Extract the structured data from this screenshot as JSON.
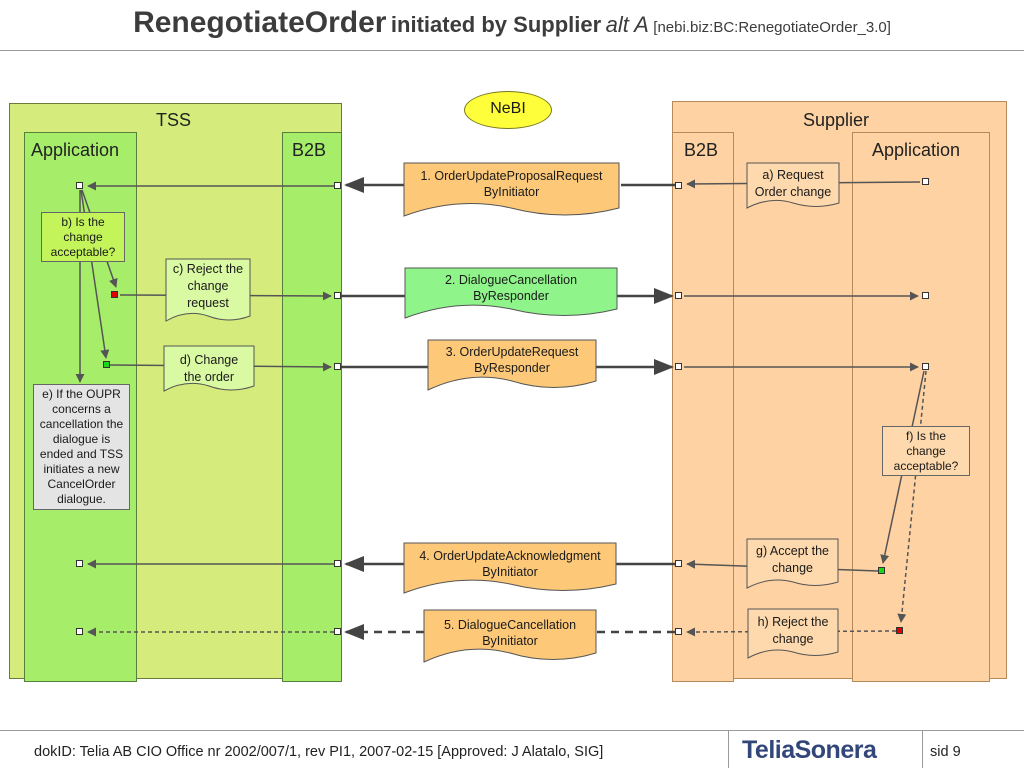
{
  "title": {
    "main": "RenegotiateOrder",
    "sub": "initiated by Supplier",
    "alt": "alt A",
    "ref": "[nebi.biz:BC:RenegotiateOrder_3.0]"
  },
  "lanes": {
    "tss": "TSS",
    "tss_application": "Application",
    "tss_b2b": "B2B",
    "supplier": "Supplier",
    "supplier_b2b": "B2B",
    "supplier_application": "Application"
  },
  "nebi_label": "NeBI",
  "messages": [
    {
      "line1": "1. OrderUpdateProposalRequest",
      "line2": "ByInitiator"
    },
    {
      "line1": "2. DialogueCancellation",
      "line2": "ByResponder"
    },
    {
      "line1": "3. OrderUpdateRequest",
      "line2": "ByResponder"
    },
    {
      "line1": "4. OrderUpdateAcknowledgment",
      "line2": "ByInitiator"
    },
    {
      "line1": "5. DialogueCancellation",
      "line2": "ByInitiator"
    }
  ],
  "notes": {
    "a": {
      "line1": "a) Request",
      "line2": "Order change"
    },
    "b": {
      "line1": "b) Is the",
      "line2": "change",
      "line3": "acceptable?"
    },
    "c": {
      "line1": "c) Reject the",
      "line2": "change",
      "line3": "request"
    },
    "d": {
      "line1": "d) Change",
      "line2": "the order"
    },
    "e": {
      "line1": "e) If the OUPR",
      "line2": "concerns a",
      "line3": "cancellation the",
      "line4": "dialogue is",
      "line5": "ended and TSS",
      "line6": "initiates a new",
      "line7": "CancelOrder",
      "line8": "dialogue."
    },
    "f": {
      "line1": "f) Is the",
      "line2": "change",
      "line3": "acceptable?"
    },
    "g": {
      "line1": "g) Accept the",
      "line2": "change"
    },
    "h": {
      "line1": "h) Reject the",
      "line2": "change"
    }
  },
  "footer": {
    "doc_id": "dokID: Telia AB CIO Office nr 2002/007/1, rev PI1, 2007-02-15  [Approved: J Alatalo, SIG]",
    "logo": "TeliaSonera",
    "slide": "sid 9"
  },
  "colors": {
    "tss_lane": "#d5ec7c",
    "tss_inner": "#a6ee6a",
    "supplier_lane": "#fed2a2",
    "message_orange": "#fdc979",
    "message_green": "#8ff58b",
    "nebi": "#fffe3a",
    "logo": "#33467a"
  }
}
